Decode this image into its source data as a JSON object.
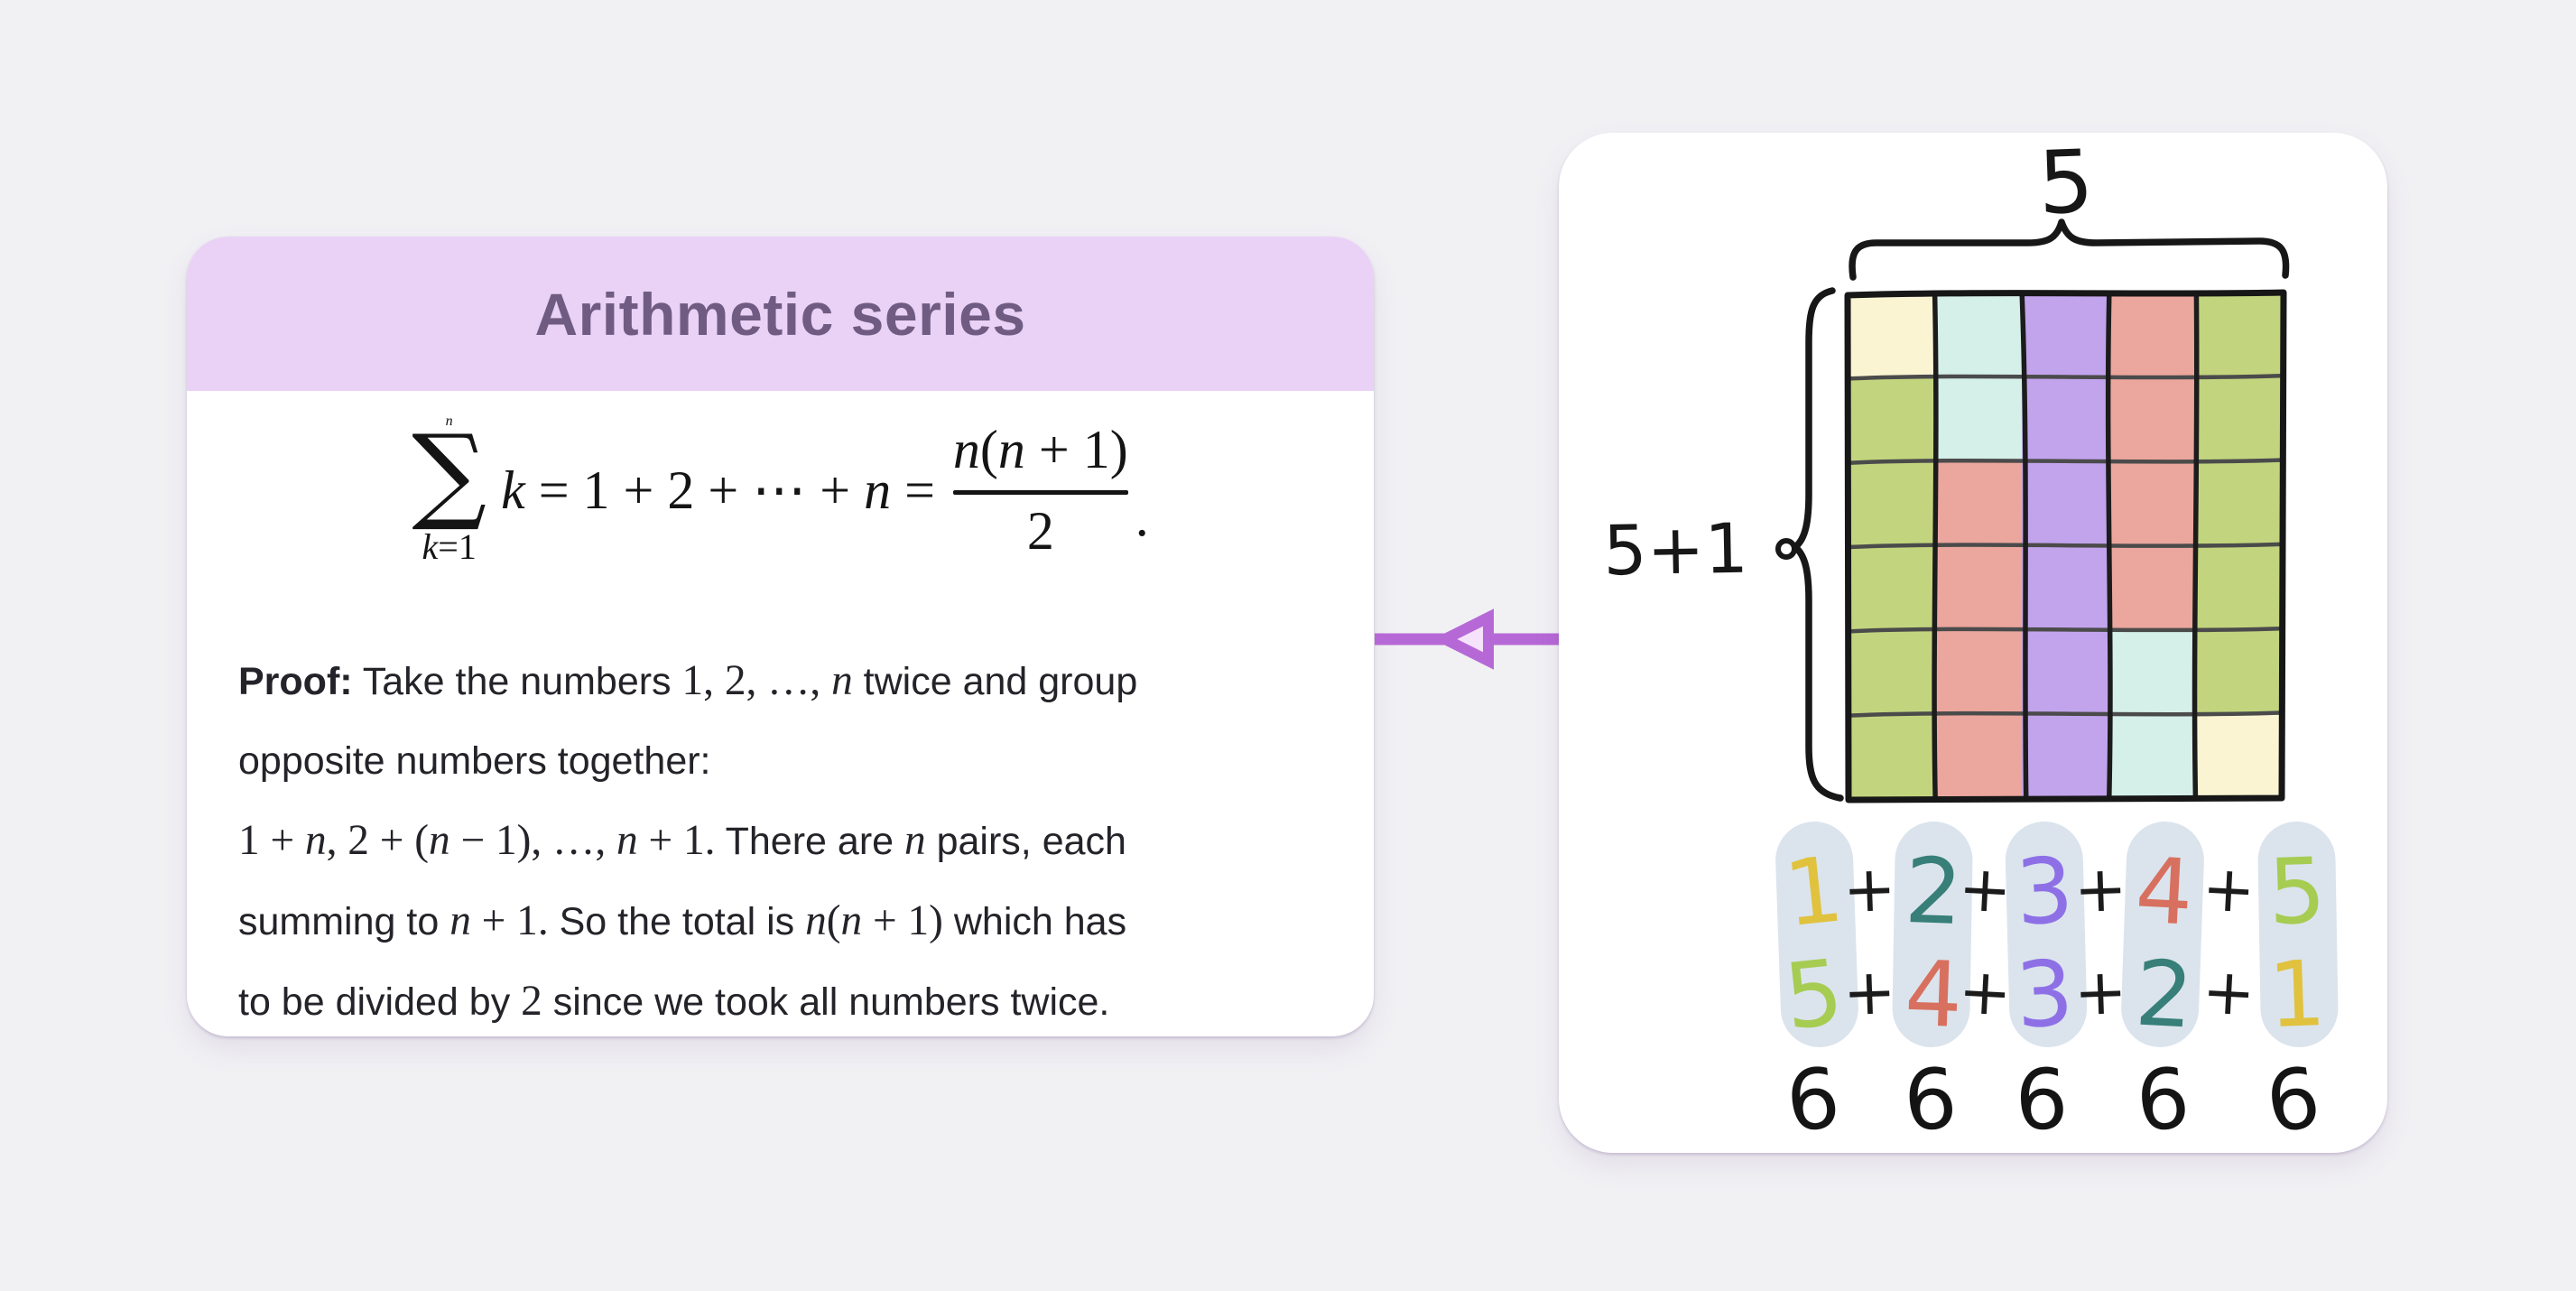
{
  "page": {
    "background": "#f1f1f4"
  },
  "card": {
    "title": "Arithmetic series",
    "formula": {
      "sum_top": "n",
      "sum_symbol": "∑",
      "sum_bottom_parts": [
        {
          "s": "i",
          "v": "k"
        },
        {
          "s": "m",
          "v": "=1"
        }
      ],
      "mid_parts": [
        {
          "s": "i",
          "v": "k"
        },
        {
          "s": "m",
          "v": " = 1 + 2 + ⋯ + "
        },
        {
          "s": "i",
          "v": "n"
        },
        {
          "s": "m",
          "v": " ="
        }
      ],
      "frac_num_parts": [
        {
          "s": "i",
          "v": "n"
        },
        {
          "s": "m",
          "v": "("
        },
        {
          "s": "i",
          "v": "n"
        },
        {
          "s": "m",
          "v": " + 1)"
        }
      ],
      "frac_den": "2",
      "period": "."
    },
    "proof_lines": [
      [
        {
          "s": "b",
          "v": "Proof:"
        },
        {
          "s": "t",
          "v": " Take the numbers "
        },
        {
          "s": "m",
          "v": "1, 2, …, "
        },
        {
          "s": "i",
          "v": "n"
        },
        {
          "s": "t",
          "v": " twice and group"
        }
      ],
      [
        {
          "s": "t",
          "v": "opposite numbers together:"
        }
      ],
      [
        {
          "s": "m",
          "v": "1 + "
        },
        {
          "s": "i",
          "v": "n"
        },
        {
          "s": "m",
          "v": ", 2 + ("
        },
        {
          "s": "i",
          "v": "n"
        },
        {
          "s": "m",
          "v": " − 1), …, "
        },
        {
          "s": "i",
          "v": "n"
        },
        {
          "s": "m",
          "v": " + 1."
        },
        {
          "s": "t",
          "v": " There are "
        },
        {
          "s": "i",
          "v": "n"
        },
        {
          "s": "t",
          "v": " pairs, each"
        }
      ],
      [
        {
          "s": "t",
          "v": "summing to "
        },
        {
          "s": "i",
          "v": "n"
        },
        {
          "s": "m",
          "v": " + 1."
        },
        {
          "s": "t",
          "v": " So the total is "
        },
        {
          "s": "i",
          "v": "n"
        },
        {
          "s": "m",
          "v": "("
        },
        {
          "s": "i",
          "v": "n"
        },
        {
          "s": "m",
          "v": " + 1)"
        },
        {
          "s": "t",
          "v": " which has"
        }
      ],
      [
        {
          "s": "t",
          "v": "to be divided by "
        },
        {
          "s": "m",
          "v": "2"
        },
        {
          "s": "t",
          "v": " since we took all numbers twice."
        }
      ]
    ]
  },
  "illustration": {
    "top_label": "5",
    "side_label": "5+1",
    "grid_rows": [
      [
        "yellow",
        "mint",
        "purple",
        "salmon",
        "green"
      ],
      [
        "green",
        "mint",
        "purple",
        "salmon",
        "green"
      ],
      [
        "green",
        "salmon",
        "purple",
        "salmon",
        "green"
      ],
      [
        "green",
        "salmon",
        "purple",
        "salmon",
        "green"
      ],
      [
        "green",
        "salmon",
        "purple",
        "mint",
        "green"
      ],
      [
        "green",
        "salmon",
        "purple",
        "mint",
        "yellow"
      ]
    ],
    "palette": {
      "yellow": "#fbf4d2",
      "mint": "#d5efe9",
      "purple": "#c2a4ed",
      "salmon": "#eba69d",
      "green": "#c2d57e"
    },
    "sum_row_top": [
      "1",
      "+",
      "2",
      "+",
      "3",
      "+",
      "4",
      "+",
      "5"
    ],
    "sum_row_bottom": [
      "5",
      "+",
      "4",
      "+",
      "3",
      "+",
      "2",
      "+",
      "1"
    ],
    "totals": [
      "6",
      "6",
      "6",
      "6",
      "6"
    ],
    "digit_colors": {
      "1": "#e0c23e",
      "2": "#377f78",
      "3": "#8e70e6",
      "4": "#d8705f",
      "5": "#a6cc52"
    },
    "highlight_color": "#dbe4ed",
    "ink_color": "#171717",
    "grid_line_color": "#4b4b4b"
  },
  "arrow": {
    "color": "#b669d6",
    "head_fill": "#f6e3fb",
    "direction": "left"
  }
}
